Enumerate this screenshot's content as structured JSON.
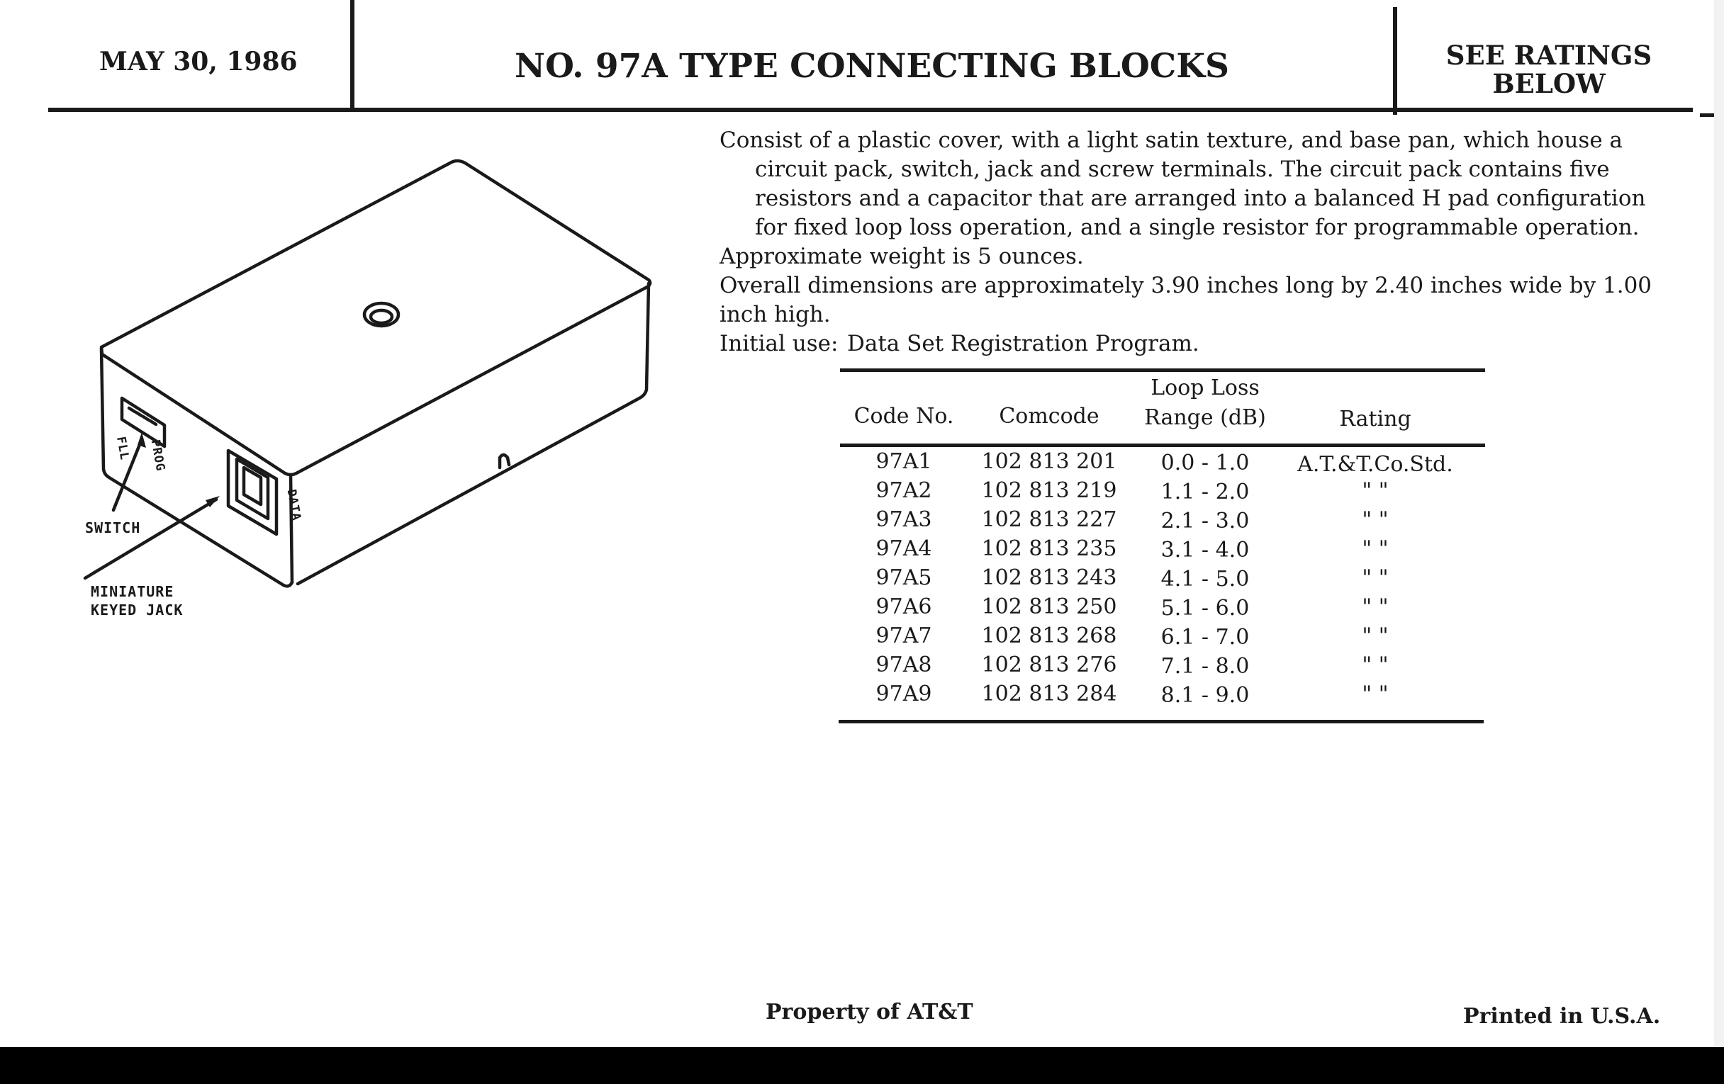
{
  "header": {
    "date": "MAY 30, 1986",
    "title": "NO. 97A TYPE CONNECTING BLOCKS",
    "rating_note": "SEE RATINGS\nBELOW"
  },
  "description": {
    "paragraph1": "Consist of a plastic cover, with a light satin texture, and base pan, which house a circuit pack, switch, jack and screw terminals. The circuit pack contains five resistors and a capacitor that are arranged into a balanced H pad configuration for fixed loop loss operation, and a single resistor for programmable operation.",
    "weight": "Approximate weight is 5 ounces.",
    "dimensions": "Overall dimensions are approximately 3.90 inches long by 2.40 inches wide by 1.00 inch high.",
    "initial_use_label": "Initial use:",
    "initial_use_value": "Data Set Registration Program."
  },
  "illustration": {
    "labels": {
      "switch": "SWITCH",
      "jack_line1": "MINIATURE",
      "jack_line2": "KEYED JACK",
      "fll": "FLL",
      "prog": "PROG",
      "data": "DATA"
    }
  },
  "table": {
    "headers": {
      "code": "Code No.",
      "comcode": "Comcode",
      "loss_line1": "Loop Loss",
      "loss_line2": "Range (dB)",
      "rating": "Rating"
    },
    "rows": [
      {
        "code": "97A1",
        "comcode": "102 813 201",
        "range": "0.0 - 1.0",
        "rating": "A.T.&T.Co.Std."
      },
      {
        "code": "97A2",
        "comcode": "102 813 219",
        "range": "1.1 - 2.0",
        "rating": "\"      \""
      },
      {
        "code": "97A3",
        "comcode": "102 813 227",
        "range": "2.1 - 3.0",
        "rating": "\"      \""
      },
      {
        "code": "97A4",
        "comcode": "102 813 235",
        "range": "3.1 - 4.0",
        "rating": "\"      \""
      },
      {
        "code": "97A5",
        "comcode": "102 813 243",
        "range": "4.1 - 5.0",
        "rating": "\"      \""
      },
      {
        "code": "97A6",
        "comcode": "102 813 250",
        "range": "5.1 - 6.0",
        "rating": "\"      \""
      },
      {
        "code": "97A7",
        "comcode": "102 813 268",
        "range": "6.1 - 7.0",
        "rating": "\"      \""
      },
      {
        "code": "97A8",
        "comcode": "102 813 276",
        "range": "7.1 - 8.0",
        "rating": "\"      \""
      },
      {
        "code": "97A9",
        "comcode": "102 813 284",
        "range": "8.1 - 9.0",
        "rating": "\"      \""
      }
    ]
  },
  "footer": {
    "left": "Property of AT&T",
    "right": "Printed in U.S.A."
  }
}
